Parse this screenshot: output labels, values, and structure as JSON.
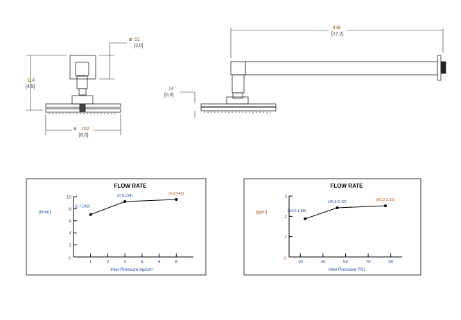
{
  "drawing": {
    "front": {
      "arm_size": "51",
      "arm_size_in": "[2,0]",
      "arm_size_symbol": "ø",
      "height": "114",
      "height_in": "[4,5]",
      "head_diameter": "152",
      "head_diameter_in": "[6,0]",
      "head_diameter_symbol": "ø"
    },
    "side": {
      "length": "438",
      "length_in": "[17,2]",
      "head_thickness": "14",
      "head_thickness_in": "[0,5]"
    }
  },
  "colors": {
    "axis_label": "#1f4a9a",
    "accent": "#a0521d",
    "line": "#000000"
  },
  "chart_data": [
    {
      "type": "line",
      "title": "FLOW RATE",
      "ylabel": "[l/min]",
      "xlabel": "Inlet Pressure kg/cm²",
      "xlim": [
        0,
        7
      ],
      "ylim": [
        0,
        10
      ],
      "xticks": [
        1,
        2,
        3,
        4,
        5,
        6
      ],
      "yticks": [
        2,
        4,
        6,
        8,
        10
      ],
      "origin_label": "0",
      "grid": false,
      "x": [
        1,
        3,
        6
      ],
      "y": [
        7.042,
        9.194,
        9.54
      ],
      "point_labels": [
        "(1-7,042)",
        "(3-9,194)",
        "(6-9,540)"
      ]
    },
    {
      "type": "line",
      "title": "FLOW RATE",
      "ylabel": "[gpm]",
      "xlabel": "Inlet Pressure PSI",
      "xlim": [
        0,
        100
      ],
      "ylim": [
        0,
        3
      ],
      "xticks": [
        10,
        30,
        50,
        70,
        90
      ],
      "yticks": [
        1,
        2,
        3
      ],
      "origin_label": "0",
      "grid": false,
      "x": [
        14.2,
        42.6,
        85.3
      ],
      "y": [
        1.88,
        2.42,
        2.52
      ],
      "point_labels": [
        "(14,2-1,88)",
        "(42,6-2,42)",
        "(85,3-2,52)"
      ]
    }
  ]
}
